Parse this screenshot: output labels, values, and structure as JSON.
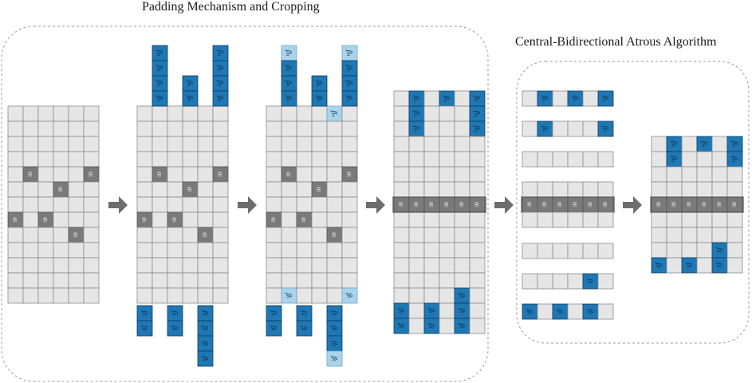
{
  "titles": {
    "padding": "Padding Mechanism and Cropping",
    "atrous": "Central-Bidirectional Atrous Algorithm"
  },
  "cell_labels": {
    "alpha": "αi",
    "beta_upper": "βu",
    "beta_lower": "βl"
  },
  "colors": {
    "cell_fill": "#e6e6e6",
    "cell_stroke": "#8c8c8c",
    "alpha_fill": "#7a7a7a",
    "beta_fill": "#1f78b4",
    "beta_light_fill": "#a9d3ec",
    "beta_stroke": "#0d3b66",
    "arrow": "#6d6d6d",
    "container_stroke": "#9a9a9a"
  },
  "icons": [
    "right-arrow-icon"
  ]
}
